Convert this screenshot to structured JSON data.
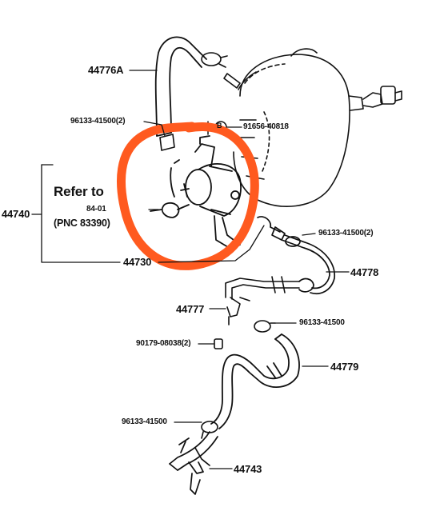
{
  "labels": {
    "part_44776a": "44776A",
    "part_96133_41500_2_top": "96133-41500(2)",
    "part_91656_40818": "91656-40818",
    "part_44740": "44740",
    "refer_to": "Refer to",
    "refer_84_01": "84-01",
    "refer_pnc": "(PNC 83390)",
    "part_44730": "44730",
    "part_96133_41500_2_right": "96133-41500(2)",
    "part_44778": "44778",
    "part_44777": "44777",
    "part_96133_41500_mid": "96133-41500",
    "part_90179_08038_2": "90179-08038(2)",
    "part_44779": "44779",
    "part_96133_41500_low": "96133-41500",
    "part_44743": "44743",
    "bolt_glyph": "B"
  },
  "colors": {
    "ink": "#111111",
    "highlight": "#ff5a1f"
  },
  "icons": {
    "highlight": "hand-drawn-circle-highlight",
    "bolt": "bolt-marker-icon"
  }
}
